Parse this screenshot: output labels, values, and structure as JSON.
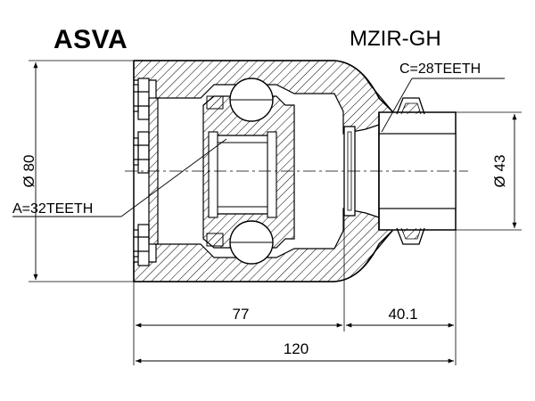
{
  "brand": "ASVA",
  "part_number": "MZIR-GH",
  "annotations": {
    "inner_teeth": "A=32TEETH",
    "outer_teeth": "C=28TEETH"
  },
  "dimensions": {
    "outer_diameter": "Ø 80",
    "shaft_diameter": "Ø 43",
    "body_length": "77",
    "shaft_length": "40.1",
    "total_length": "120"
  },
  "colors": {
    "line": "#000000",
    "hatch": "#000000",
    "background": "#ffffff"
  }
}
